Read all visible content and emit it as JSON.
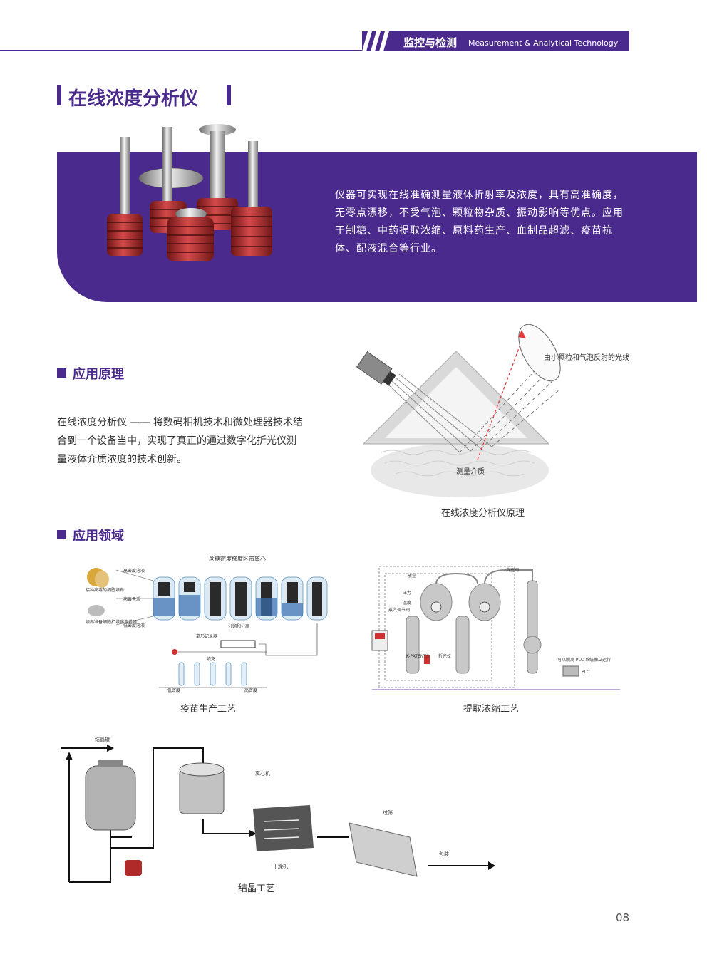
{
  "header": {
    "section_cn": "监控与检测",
    "section_en": "Measurement & Analytical Technology"
  },
  "title": "在线浓度分析仪",
  "intro": "仪器可实现在线准确测量液体折射率及浓度，具有高准确度，无零点漂移，不受气泡、颗粒物杂质、振动影响等优点。应用于制糖、中药提取浓缩、原料药生产、血制品超滤、疫苗抗体、配液混合等行业。",
  "principle": {
    "heading": "应用原理",
    "text": "在线浓度分析仪 —— 将数码相机技术和微处理器技术结合到一个设备当中，实现了真正的通过数字化折光仪测量液体介质浓度的技术创新。",
    "diagram_label_reflect": "由小颗粒和气泡反射的光线",
    "diagram_label_medium": "测量介质",
    "caption": "在线浓度分析仪原理"
  },
  "applications": {
    "heading": "应用领域",
    "vaccine": {
      "top_label": "蔗糖密度梯度区带离心",
      "high_density": "高密度溶液",
      "low_density": "低密度溶液",
      "virus_inactivation": "病毒失活",
      "seed_label": "接种病毒的细胞培养",
      "culture_label": "培养准备细胞扩增病毒增殖",
      "recorder": "毫形记录器",
      "collect": "分馏和分离",
      "fill": "填充",
      "low": "低密度",
      "high": "高密度",
      "caption": "疫苗生产工艺"
    },
    "extraction": {
      "vent": "放空",
      "vacuum": "真空阀",
      "pressure": "压力",
      "temperature": "温度",
      "steam": "蒸汽调节阀",
      "kpatents": "K-PATENTS",
      "refractometer": "折光仪",
      "plc_note": "可以脱离 PLC 系统独立运行",
      "plc": "PLC",
      "caption": "提取浓缩工艺"
    },
    "crystal": {
      "tank": "结晶罐",
      "centrifuge": "离心机",
      "dryer": "干燥机",
      "sieve": "过筛",
      "pack": "包装",
      "caption": "结晶工艺"
    }
  },
  "page_number": "08",
  "colors": {
    "brand": "#4a2a8c",
    "red": "#b02a2a"
  }
}
